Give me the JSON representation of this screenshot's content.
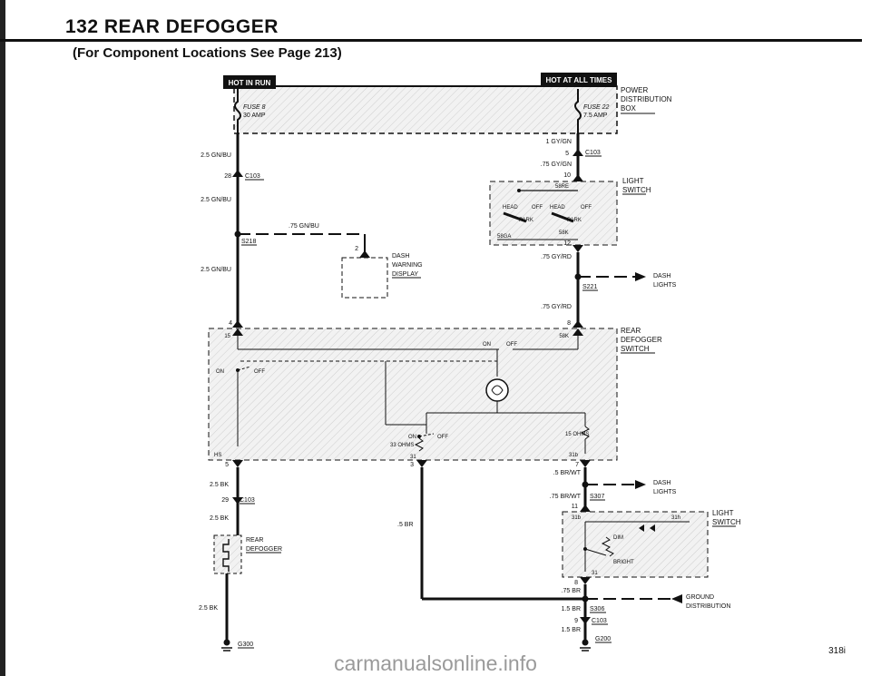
{
  "header": {
    "page_title": "132 REAR DEFOGGER",
    "subtitle": "(For Component Locations See Page 213)"
  },
  "tags": {
    "hot_in_run": "HOT IN RUN",
    "hot_at_all_times": "HOT AT ALL TIMES"
  },
  "labels": {
    "power_distribution_box": [
      "POWER",
      "DISTRIBUTION",
      "BOX"
    ],
    "fuse_8": "FUSE 8",
    "fuse_8_rating": "30 AMP",
    "fuse_22": "FUSE 22",
    "fuse_22_rating": "7.5 AMP",
    "wire_1gygn": "1 GY/GN",
    "wire_75gygn": ".75 GY/GN",
    "c103_pin5_num": "5",
    "c103": "C103",
    "c103_pin10_num": "10",
    "wire_25gnbu_a": "2.5 GN/BU",
    "c103_pin28_num": "28",
    "wire_25gnbu_b": "2.5 GN/BU",
    "wire_75gnbu": ".75 GN/BU",
    "s218": "S218",
    "pin2": "2",
    "dash_warning_display": [
      "DASH",
      "WARNING",
      "DISPLAY"
    ],
    "wire_25gnbu_c": "2.5 GN/BU",
    "light_switch_top": [
      "LIGHT",
      "SWITCH"
    ],
    "term_58re": "58RE",
    "head_1": "HEAD",
    "off_1": "OFF",
    "head_2": "HEAD",
    "off_2": "OFF",
    "park_1": "PARK",
    "park_2": "PARK",
    "term_58ga": "58GA",
    "term_58k_top": "58K",
    "pin12": "12",
    "wire_75gyrd_a": ".75 GY/RD",
    "dash_lights_top": [
      "DASH",
      "LIGHTS"
    ],
    "s221": "S221",
    "wire_75gyrd_b": ".75 GY/RD",
    "pin4": "4",
    "pin8": "8",
    "rear_defogger_switch": [
      "REAR",
      "DEFOGGER",
      "SWITCH"
    ],
    "term_15": "15",
    "term_58k_mid": "58K",
    "on_top": "ON",
    "off_top": "OFF",
    "on_left": "ON",
    "off_left": "OFF",
    "on_lower": "ON",
    "off_lower": "OFF",
    "ohms_33": "33 OHMS",
    "ohms_15": "15 OHMS",
    "term_31": "31",
    "term_31b": "31b",
    "term_hs": "HS",
    "pin5": "5",
    "pin3": "3",
    "pin7": "7",
    "wire_5brwt": ".5 BR/WT",
    "dash_lights_bottom": [
      "DASH",
      "LIGHTS"
    ],
    "wire_75brwt": ".75 BR/WT",
    "s307": "S307",
    "pin11": "11",
    "wire_25bk_a": "2.5 BK",
    "c103_pin29_num": "29",
    "wire_25bk_b": "2.5 BK",
    "wire_5br": ".5 BR",
    "term_31b_lower": "31b",
    "term_31h": "31h",
    "light_switch_bottom": [
      "LIGHT",
      "SWITCH"
    ],
    "dim": "DIM",
    "bright": "BRIGHT",
    "term_31_lower": "31",
    "rear_defogger": [
      "REAR",
      "DEFOGGER"
    ],
    "pin8b": "8",
    "wire_75br": ".75 BR",
    "ground_distribution": [
      "GROUND",
      "DISTRIBUTION"
    ],
    "wire_15br_a": "1.5 BR",
    "s306": "S306",
    "c103_pin9_num": "9",
    "wire_15br_b": "1.5 BR",
    "wire_25bk_c": "2.5 BK",
    "g200": "G200",
    "g300": "G300"
  },
  "footer": {
    "watermark": "carmanualsonline.info",
    "page_code": "318i"
  }
}
